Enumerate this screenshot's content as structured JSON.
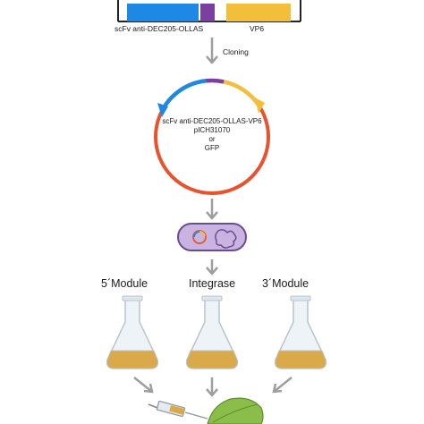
{
  "gene_construct": {
    "label": "scFv anti-DEC205-OLLAS",
    "segments": [
      {
        "name": "scfv",
        "color": "#1e88e5"
      },
      {
        "name": "ollas",
        "color": "#7b3fa0"
      },
      {
        "name": "vp6",
        "color": "#f3bf3a"
      }
    ],
    "vp6_label": "VP6"
  },
  "cloning_label": "Cloning",
  "plasmid": {
    "line1": "scFv anti-DEC205-OLLAS-VP6",
    "line2": "pICH31070",
    "line3": "or",
    "line4": "GFP",
    "backbone_color": "#e8522e"
  },
  "modules": {
    "left": "5´Module",
    "center": "Integrase",
    "right": "3´Module"
  },
  "colors": {
    "arrow": "#9e9e9e",
    "culture": "#d9a94a",
    "bacterium_fill": "#c9b3e0",
    "leaf": "#8bbd4a"
  }
}
